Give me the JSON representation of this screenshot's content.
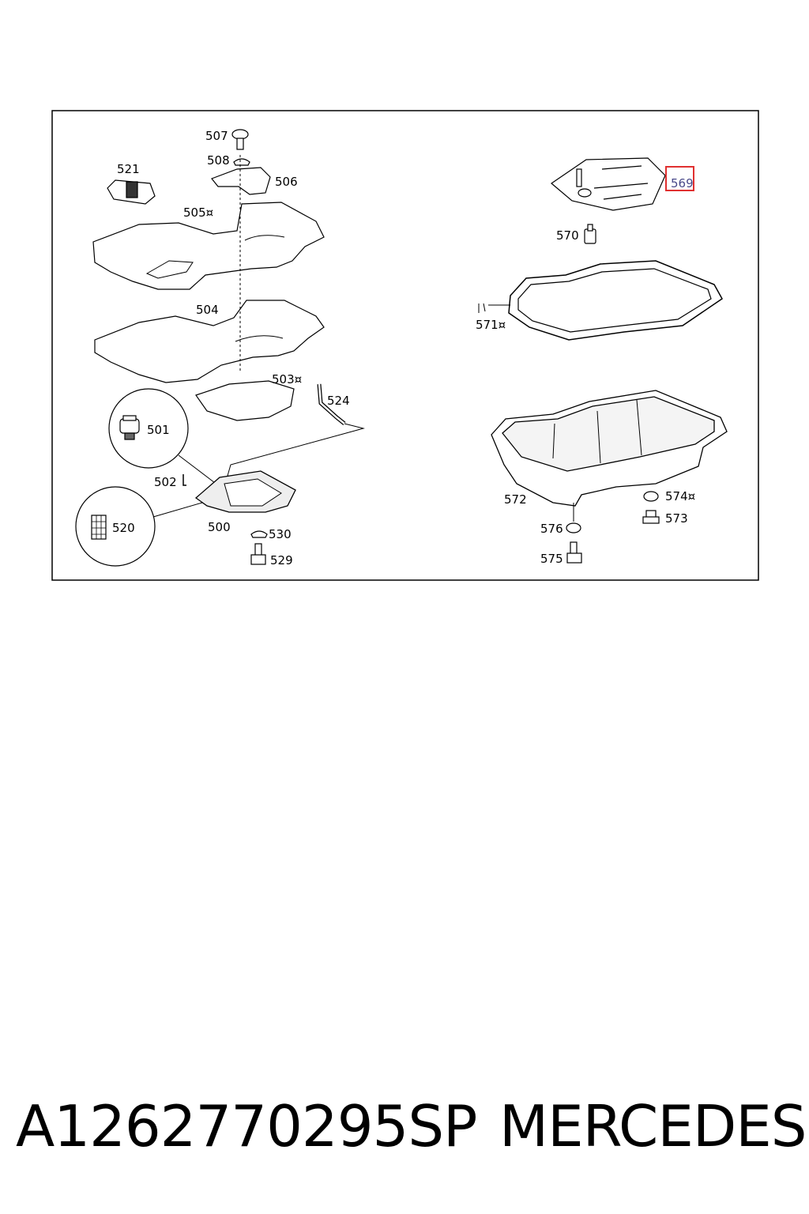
{
  "diagram": {
    "callouts": {
      "c500": "500",
      "c501": "501",
      "c502": "502",
      "c503": "503¤",
      "c504": "504",
      "c505": "505¤",
      "c506": "506",
      "c507": "507",
      "c508": "508",
      "c520": "520",
      "c521": "521",
      "c524": "524",
      "c529": "529",
      "c530": "530",
      "c569": "569",
      "c570": "570",
      "c571": "571¤",
      "c572": "572",
      "c573": "573",
      "c574": "574¤",
      "c575": "575",
      "c576": "576"
    },
    "highlighted_part": "569",
    "highlight_color": "#e03030"
  },
  "footer": {
    "part_number": "A1262770295SP",
    "brand": "MERCEDES"
  }
}
